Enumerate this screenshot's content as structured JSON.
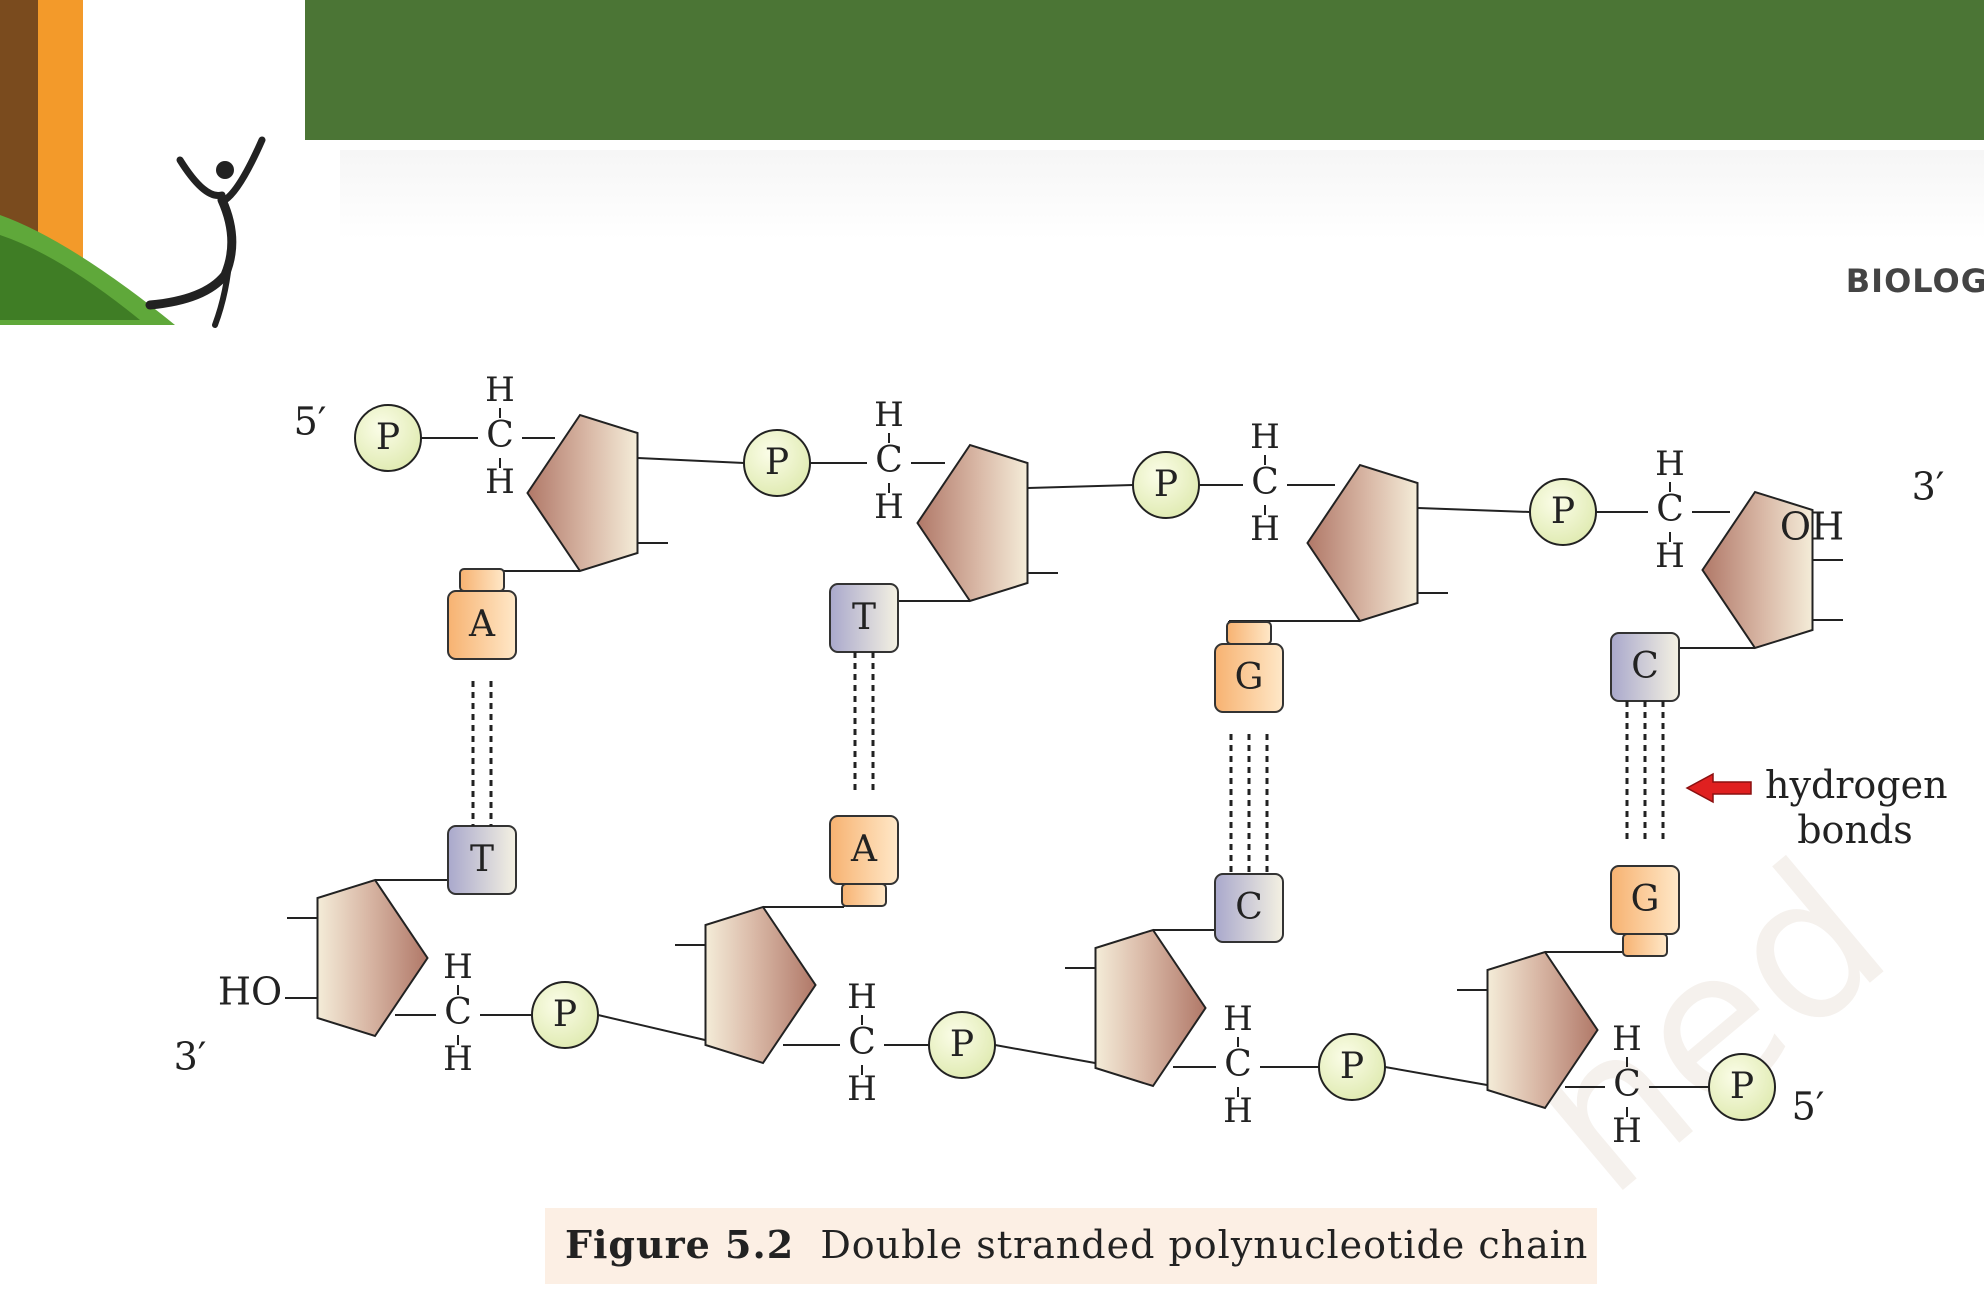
{
  "header": {
    "running_head": "BIOLOG",
    "colors": {
      "banner": "#4b7535",
      "stripe_orange": "#f39a2a",
      "stripe_brown": "#7a4b1e"
    },
    "logo_icon": "figure-with-raised-arms-icon"
  },
  "figure": {
    "caption_label": "Figure 5.2",
    "caption_text": "Double stranded polynucleotide chain",
    "annotation": {
      "line1": "hydrogen",
      "line2": "bonds",
      "icon": "red-arrow-left-icon"
    },
    "top_strand": {
      "end_5": "5′",
      "end_3": "3′",
      "terminal_group": "OH",
      "phosphate_label": "P",
      "carbon_label": "C",
      "hydrogen_label": "H",
      "bases": [
        "A",
        "T",
        "G",
        "C"
      ]
    },
    "bottom_strand": {
      "end_5": "5′",
      "end_3": "3′",
      "terminal_group": "HO",
      "phosphate_label": "P",
      "carbon_label": "C",
      "hydrogen_label": "H",
      "bases": [
        "T",
        "A",
        "C",
        "G"
      ]
    },
    "base_pairs": [
      {
        "top": "A",
        "bottom": "T",
        "hydrogen_bonds": 2
      },
      {
        "top": "T",
        "bottom": "A",
        "hydrogen_bonds": 2
      },
      {
        "top": "G",
        "bottom": "C",
        "hydrogen_bonds": 3
      },
      {
        "top": "C",
        "bottom": "G",
        "hydrogen_bonds": 3
      }
    ],
    "colors": {
      "phosphate_fill": "#eef4c8",
      "purine_fill": "#fbc78c",
      "pyrimidine_fill": "#b9b8d4",
      "sugar_fill": "#c49a8a",
      "arrow": "#e02020"
    }
  },
  "watermark": "hed"
}
